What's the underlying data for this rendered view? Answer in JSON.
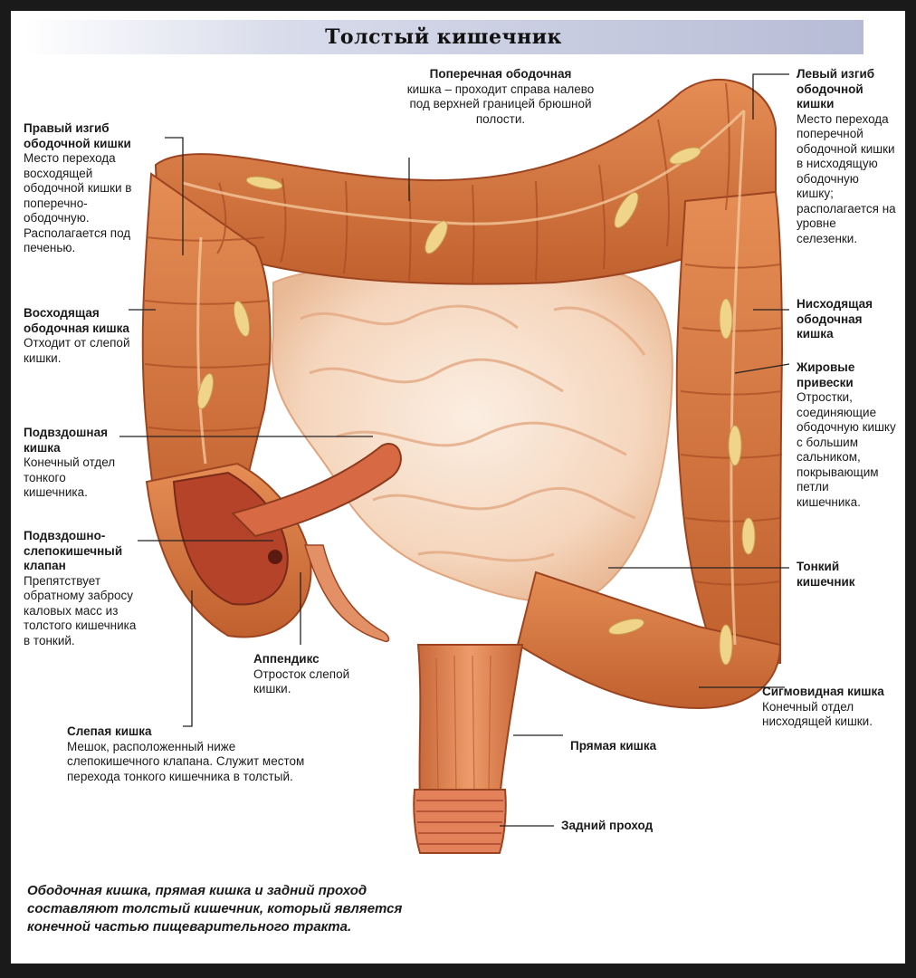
{
  "title": "Толстый кишечник",
  "labels": {
    "transverse": {
      "heading": "Поперечная ободочная",
      "desc": "кишка – проходит справа налево под верхней границей брюшной полости."
    },
    "left_flexure": {
      "heading": "Левый изгиб ободочной кишки",
      "desc": "Место перехода поперечной ободочной кишки в нисходящую ободочную кишку; располагается на уровне селезенки."
    },
    "right_flexure": {
      "heading": "Правый изгиб ободочной кишки",
      "desc": "Место перехода восходящей ободочной кишки в поперечно-ободочную. Располагается под печенью."
    },
    "ascending": {
      "heading": "Восходящая ободочная кишка",
      "desc": "Отходит от слепой кишки."
    },
    "descending": {
      "heading": "Нисходящая ободочная кишка",
      "desc": ""
    },
    "fat_appendages": {
      "heading": "Жировые привески",
      "desc": "Отростки, соединяющие ободочную кишку с большим сальником, покрывающим петли кишечника."
    },
    "ileum": {
      "heading": "Подвздошная кишка",
      "desc": "Конечный отдел тонкого кишечника."
    },
    "ileocecal_valve": {
      "heading": "Подвздошно-слепокишечный клапан",
      "desc": "Препятствует обратному забросу каловых масс из толстого кишечника в тонкий."
    },
    "small_intestine": {
      "heading": "Тонкий кишечник",
      "desc": ""
    },
    "appendix": {
      "heading": "Аппендикс",
      "desc": "Отросток слепой кишки."
    },
    "sigmoid": {
      "heading": "Сигмовидная кишка",
      "desc": "Конечный отдел нисходящей кишки."
    },
    "cecum": {
      "heading": "Слепая кишка",
      "desc": "Мешок, расположенный ниже слепокишечного клапана. Служит местом перехода тонкого кишечника в толстый."
    },
    "rectum": {
      "heading": "Прямая кишка",
      "desc": ""
    },
    "anus": {
      "heading": "Задний проход",
      "desc": ""
    }
  },
  "caption": "Ободочная кишка, прямая кишка и задний проход составляют толстый кишечник, который является конечной частью пищеварительного тракта.",
  "colors": {
    "colon": "#d9773f",
    "colon_dark": "#a84a22",
    "small_intestine": "#f6d9c2",
    "fat": "#f0d48a",
    "background": "#ffffff"
  }
}
